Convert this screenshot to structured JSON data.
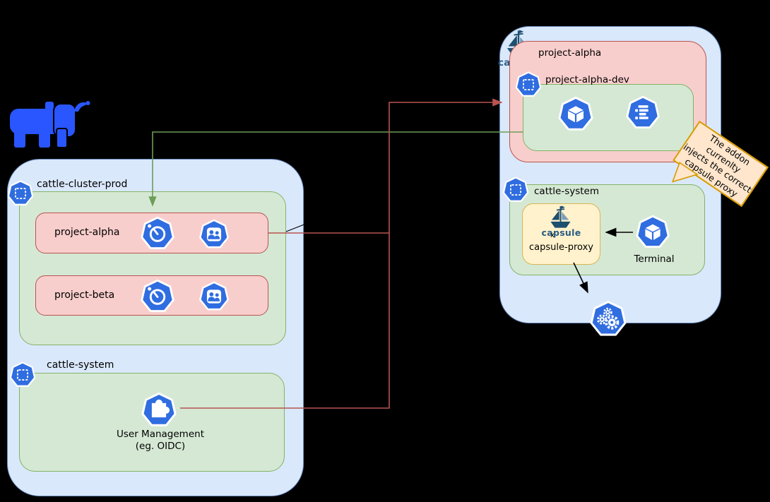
{
  "diagram_type": "kubernetes-rancher-capsule-architecture",
  "colors": {
    "cluster_fill": "#dae8fc",
    "cluster_border": "#6c8ebf",
    "namespace_fill": "#d5e8d4",
    "namespace_border": "#82b366",
    "project_fill": "#f8cecc",
    "project_border": "#b85450",
    "proxy_fill": "#fff2cc",
    "proxy_border": "#d6b656",
    "note_fill": "#ffe6cc",
    "note_border": "#d79b00",
    "k8s_icon_blue": "#2f6de0",
    "rancher_blue": "#2956ff",
    "capsule_navy": "#1d4f6f",
    "arrow_red": "#b85450",
    "arrow_green": "#82b366",
    "arrow_black": "#000000"
  },
  "left_cluster": {
    "title": "cattle-cluster-prod",
    "projects": [
      {
        "label": "project-alpha"
      },
      {
        "label": "project-beta"
      }
    ],
    "system_namespace": {
      "title": "cattle-system",
      "component_label_line1": "User Management",
      "component_label_line2": "(eg. OIDC)"
    }
  },
  "right_cluster": {
    "logo_text": "capsule",
    "tenant": {
      "title": "project-alpha",
      "namespace": {
        "title": "project-alpha-dev"
      }
    },
    "system_namespace": {
      "title": "cattle-system",
      "proxy": {
        "logo_text": "capsule",
        "marker": "x",
        "label": "capsule-proxy"
      },
      "terminal_label": "Terminal"
    }
  },
  "note": {
    "line1": "The addon currenlty",
    "line2": "injects the correct",
    "line3": "capsule proxy"
  },
  "icons": {
    "namespace-icon": "blue heptagon with dashed white square",
    "limits-icon": "blue heptagon with white speedometer gauge",
    "users-icon": "blue heptagon with white card and two user silhouettes",
    "pod-icon": "blue heptagon with white 3D cube",
    "quota-icon": "blue heptagon with white list bars",
    "plugin-icon": "blue heptagon with white puzzle piece",
    "control-plane-icon": "blue heptagon with white gears",
    "capsule-ship-icon": "navy sailing ship",
    "rancher-cow-icon": "blue rancher cattle silhouette"
  },
  "connections": [
    {
      "from": "project-alpha-dev (right cluster)",
      "to": "project-alpha row (left cluster)",
      "color": "green",
      "arrow": "into left project-alpha"
    },
    {
      "from": "User Management (eg. OIDC)",
      "to": "project-alpha (right cluster)",
      "color": "red",
      "arrow": "into right project-alpha"
    },
    {
      "from": "project-alpha row (left cluster)",
      "to": "red trunk line",
      "color": "red",
      "arrow": "none"
    },
    {
      "from": "Terminal",
      "to": "capsule-proxy",
      "color": "black",
      "arrow": "into capsule-proxy"
    },
    {
      "from": "capsule-proxy",
      "to": "kubernetes control plane",
      "color": "black",
      "arrow": "into control plane"
    }
  ]
}
